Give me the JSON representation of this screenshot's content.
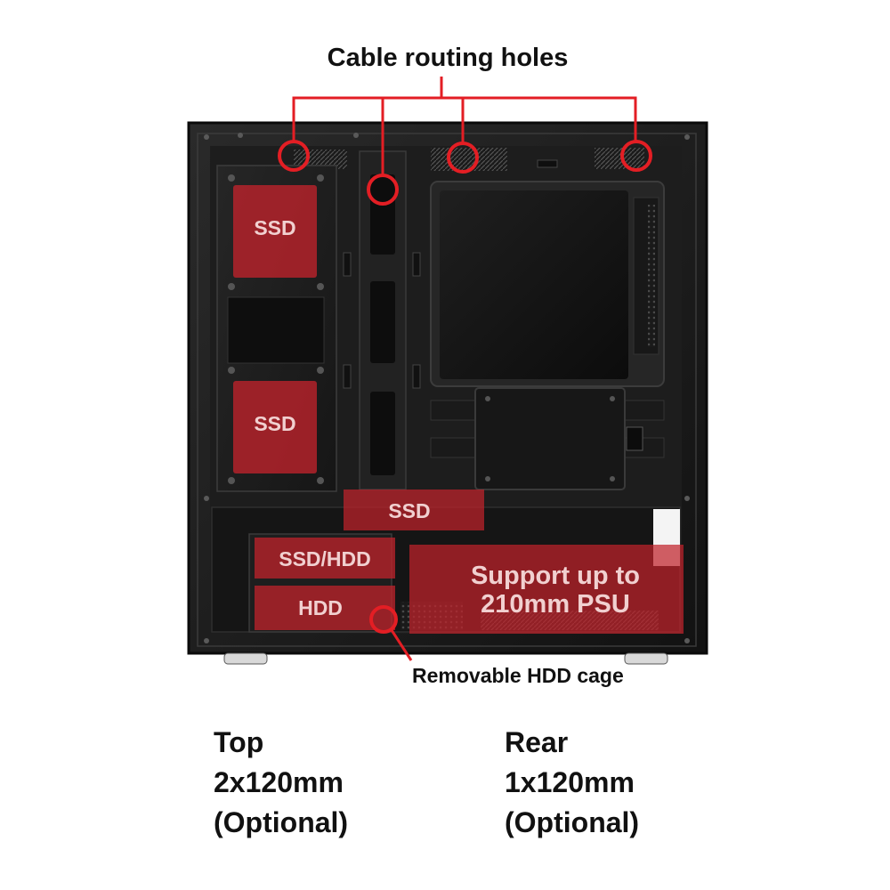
{
  "callouts": {
    "cable_routing": "Cable routing holes",
    "removable_hdd_cage": "Removable HDD cage"
  },
  "bays": {
    "ssd_upper": "SSD",
    "ssd_lower": "SSD",
    "ssd_bottom": "SSD",
    "ssd_hdd": "SSD/HDD",
    "hdd": "HDD"
  },
  "psu": {
    "line1": "Support up to",
    "line2": "210mm PSU"
  },
  "fans": {
    "top": {
      "title": "Top",
      "size": "2x120mm",
      "note": "(Optional)"
    },
    "rear": {
      "title": "Rear",
      "size": "1x120mm",
      "note": "(Optional)"
    }
  },
  "colors": {
    "accent_red": "#e31e24",
    "bay_overlay": "#c0232b",
    "case_body": "#1b1b1b",
    "text": "#111111"
  }
}
